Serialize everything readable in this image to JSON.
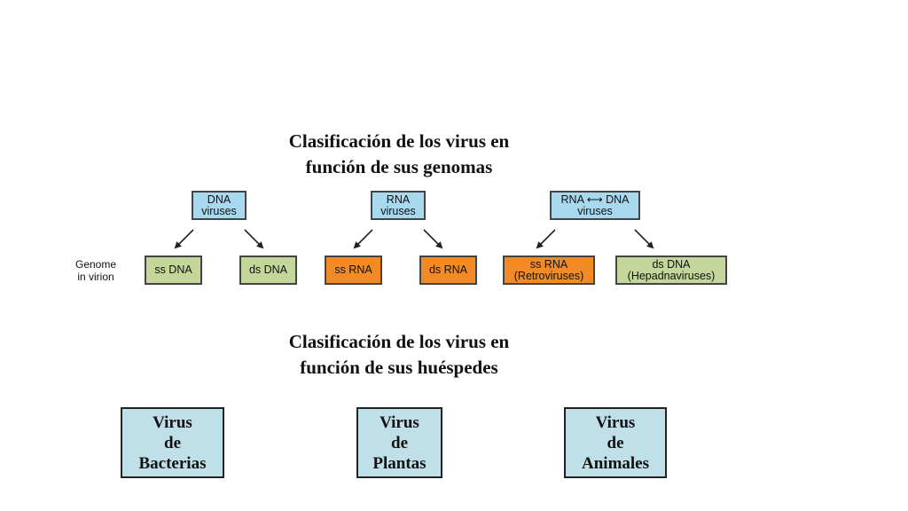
{
  "genome_section": {
    "title_line1": "Clasificación de los virus en",
    "title_line2": "función de sus genomas",
    "row_label_line1": "Genome",
    "row_label_line2": "in virion",
    "top_nodes": [
      {
        "line1": "DNA",
        "line2": "viruses"
      },
      {
        "line1": "RNA",
        "line2": "viruses"
      },
      {
        "line1": "RNA ⟷ DNA",
        "line2": "viruses"
      }
    ],
    "genome_nodes": [
      {
        "line1": "ss DNA",
        "line2": ""
      },
      {
        "line1": "ds DNA",
        "line2": ""
      },
      {
        "line1": "ss RNA",
        "line2": ""
      },
      {
        "line1": "ds RNA",
        "line2": ""
      },
      {
        "line1": "ss RNA",
        "line2": "(Retroviruses)"
      },
      {
        "line1": "ds DNA",
        "line2": "(Hepadnaviruses)"
      }
    ]
  },
  "host_section": {
    "title_line1": "Clasificación de los virus en",
    "title_line2": "función de sus huéspedes",
    "boxes": [
      {
        "line1": "Virus",
        "line2": "de",
        "line3": "Bacterias"
      },
      {
        "line1": "Virus",
        "line2": "de",
        "line3": "Plantas"
      },
      {
        "line1": "Virus",
        "line2": "de",
        "line3": "Animales"
      }
    ]
  },
  "colors": {
    "top_node": "#a9d9ef",
    "dna_node": "#c5d69a",
    "rna_node": "#f28a25",
    "host_box": "#bfe0e8"
  }
}
